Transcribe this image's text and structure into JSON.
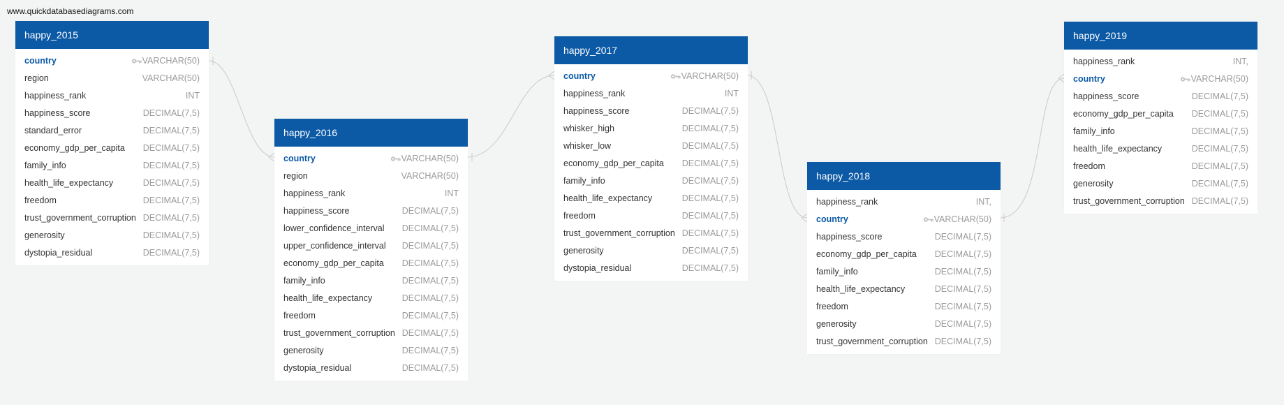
{
  "watermark": "www.quickdatabasediagrams.com",
  "colors": {
    "header": "#0c5aa6",
    "pk_text": "#0c5aa6",
    "type_text": "#9a9a9a",
    "connector": "#c9c9c9"
  },
  "tables": [
    {
      "name": "happy_2015",
      "columns": [
        {
          "name": "country",
          "type": "VARCHAR(50)",
          "pk": true
        },
        {
          "name": "region",
          "type": "VARCHAR(50)"
        },
        {
          "name": "happiness_rank",
          "type": "INT"
        },
        {
          "name": "happiness_score",
          "type": "DECIMAL(7,5)"
        },
        {
          "name": "standard_error",
          "type": "DECIMAL(7,5)"
        },
        {
          "name": "economy_gdp_per_capita",
          "type": "DECIMAL(7,5)"
        },
        {
          "name": "family_info",
          "type": "DECIMAL(7,5)"
        },
        {
          "name": "health_life_expectancy",
          "type": "DECIMAL(7,5)"
        },
        {
          "name": "freedom",
          "type": "DECIMAL(7,5)"
        },
        {
          "name": "trust_government_corruption",
          "type": "DECIMAL(7,5)"
        },
        {
          "name": "generosity",
          "type": "DECIMAL(7,5)"
        },
        {
          "name": "dystopia_residual",
          "type": "DECIMAL(7,5)"
        }
      ]
    },
    {
      "name": "happy_2016",
      "columns": [
        {
          "name": "country",
          "type": "VARCHAR(50)",
          "pk": true
        },
        {
          "name": "region",
          "type": "VARCHAR(50)"
        },
        {
          "name": "happiness_rank",
          "type": "INT"
        },
        {
          "name": "happiness_score",
          "type": "DECIMAL(7,5)"
        },
        {
          "name": "lower_confidence_interval",
          "type": "DECIMAL(7,5)"
        },
        {
          "name": "upper_confidence_interval",
          "type": "DECIMAL(7,5)"
        },
        {
          "name": "economy_gdp_per_capita",
          "type": "DECIMAL(7,5)"
        },
        {
          "name": "family_info",
          "type": "DECIMAL(7,5)"
        },
        {
          "name": "health_life_expectancy",
          "type": "DECIMAL(7,5)"
        },
        {
          "name": "freedom",
          "type": "DECIMAL(7,5)"
        },
        {
          "name": "trust_government_corruption",
          "type": "DECIMAL(7,5)"
        },
        {
          "name": "generosity",
          "type": "DECIMAL(7,5)"
        },
        {
          "name": "dystopia_residual",
          "type": "DECIMAL(7,5)"
        }
      ]
    },
    {
      "name": "happy_2017",
      "columns": [
        {
          "name": "country",
          "type": "VARCHAR(50)",
          "pk": true
        },
        {
          "name": "happiness_rank",
          "type": "INT"
        },
        {
          "name": "happiness_score",
          "type": "DECIMAL(7,5)"
        },
        {
          "name": "whisker_high",
          "type": "DECIMAL(7,5)"
        },
        {
          "name": "whisker_low",
          "type": "DECIMAL(7,5)"
        },
        {
          "name": "economy_gdp_per_capita",
          "type": "DECIMAL(7,5)"
        },
        {
          "name": "family_info",
          "type": "DECIMAL(7,5)"
        },
        {
          "name": "health_life_expectancy",
          "type": "DECIMAL(7,5)"
        },
        {
          "name": "freedom",
          "type": "DECIMAL(7,5)"
        },
        {
          "name": "trust_government_corruption",
          "type": "DECIMAL(7,5)"
        },
        {
          "name": "generosity",
          "type": "DECIMAL(7,5)"
        },
        {
          "name": "dystopia_residual",
          "type": "DECIMAL(7,5)"
        }
      ]
    },
    {
      "name": "happy_2018",
      "columns": [
        {
          "name": "happiness_rank",
          "type": "INT,"
        },
        {
          "name": "country",
          "type": "VARCHAR(50)",
          "pk": true
        },
        {
          "name": "happiness_score",
          "type": "DECIMAL(7,5)"
        },
        {
          "name": "economy_gdp_per_capita",
          "type": "DECIMAL(7,5)"
        },
        {
          "name": "family_info",
          "type": "DECIMAL(7,5)"
        },
        {
          "name": "health_life_expectancy",
          "type": "DECIMAL(7,5)"
        },
        {
          "name": "freedom",
          "type": "DECIMAL(7,5)"
        },
        {
          "name": "generosity",
          "type": "DECIMAL(7,5)"
        },
        {
          "name": "trust_government_corruption",
          "type": "DECIMAL(7,5)"
        }
      ]
    },
    {
      "name": "happy_2019",
      "columns": [
        {
          "name": "happiness_rank",
          "type": "INT,"
        },
        {
          "name": "country",
          "type": "VARCHAR(50)",
          "pk": true
        },
        {
          "name": "happiness_score",
          "type": "DECIMAL(7,5)"
        },
        {
          "name": "economy_gdp_per_capita",
          "type": "DECIMAL(7,5)"
        },
        {
          "name": "family_info",
          "type": "DECIMAL(7,5)"
        },
        {
          "name": "health_life_expectancy",
          "type": "DECIMAL(7,5)"
        },
        {
          "name": "freedom",
          "type": "DECIMAL(7,5)"
        },
        {
          "name": "generosity",
          "type": "DECIMAL(7,5)"
        },
        {
          "name": "trust_government_corruption",
          "type": "DECIMAL(7,5)"
        }
      ]
    }
  ],
  "relationships": [
    {
      "from": "happy_2015.country",
      "to": "happy_2016.country"
    },
    {
      "from": "happy_2016.country",
      "to": "happy_2017.country"
    },
    {
      "from": "happy_2017.country",
      "to": "happy_2018.country"
    },
    {
      "from": "happy_2018.country",
      "to": "happy_2019.country"
    }
  ]
}
